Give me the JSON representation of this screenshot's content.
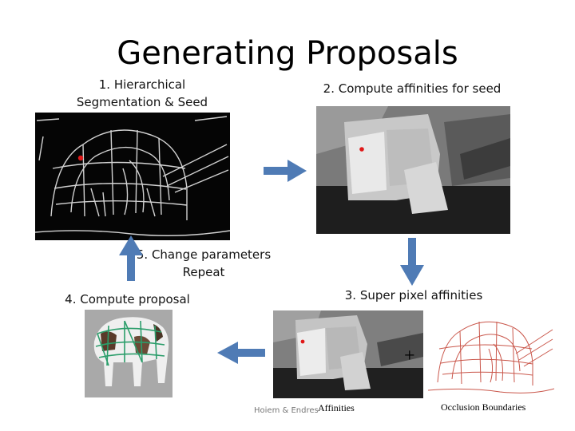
{
  "slide": {
    "title": "Generating Proposals",
    "steps": {
      "step1_line1": "1.  Hierarchical",
      "step1_line2": "Segmentation & Seed",
      "step2": "2. Compute affinities for seed",
      "step3": "3. Super pixel affinities",
      "step4": "4. Compute proposal",
      "step5_line1": "5. Change parameters",
      "step5_line2": "Repeat"
    },
    "plus_sign": "+",
    "captions": {
      "affinities": "Affinities",
      "occlusion": "Occlusion Boundaries",
      "credit": "Hoiem & Endres"
    },
    "colors": {
      "arrow": "#4f7bb5",
      "seed": "#e01818",
      "boundary_red": "#c0392b",
      "proposal_green": "#2a9d6a"
    }
  }
}
